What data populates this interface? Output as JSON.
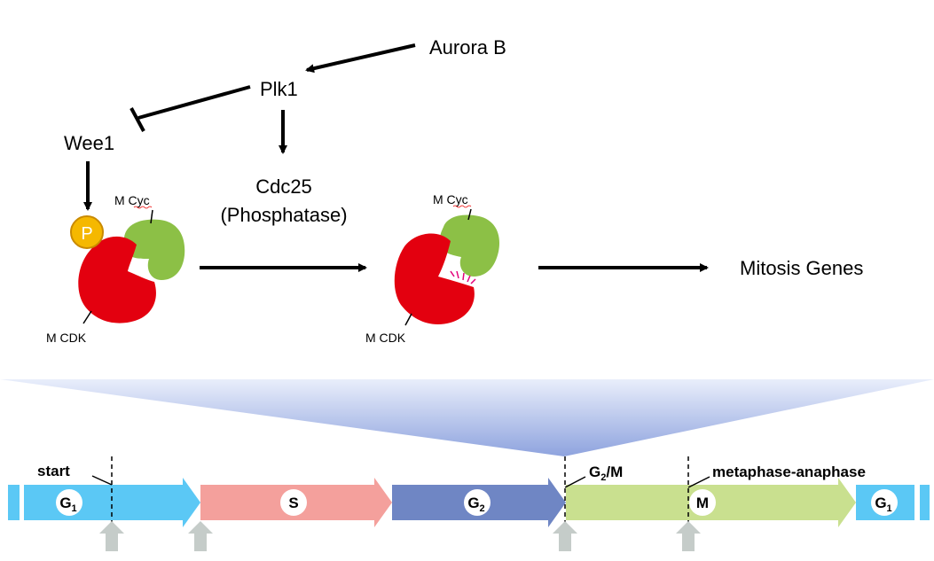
{
  "pathway": {
    "aurora_b": "Aurora B",
    "plk1": "Plk1",
    "wee1": "Wee1",
    "cdc25_line1": "Cdc25",
    "cdc25_line2": "(Phosphatase)",
    "mitosis_genes": "Mitosis Genes",
    "phospho_label": "P",
    "inactive_complex": {
      "cyclin_label": "M Cyc",
      "cdk_label": "M CDK"
    },
    "active_complex": {
      "cyclin_label": "M Cyc",
      "cdk_label": "M CDK"
    }
  },
  "cell_cycle": {
    "checkpoints": {
      "start": "start",
      "g2m_main": "G",
      "g2m_sub": "2",
      "g2m_suffix": "/M",
      "metaphase_anaphase": "metaphase-anaphase"
    },
    "phases": [
      {
        "label": "G",
        "sub": "1",
        "color": "#5bc8f5"
      },
      {
        "label": "S",
        "sub": "",
        "color": "#f4a09c"
      },
      {
        "label": "G",
        "sub": "2",
        "color": "#6f86c4"
      },
      {
        "label": "M",
        "sub": "",
        "color": "#c9e08f"
      },
      {
        "label": "G",
        "sub": "1",
        "color": "#5bc8f5"
      }
    ]
  },
  "colors": {
    "cdk": "#e3000f",
    "cyclin": "#8cc046",
    "phosphate": "#f5b800",
    "phosphate_border": "#c98a00",
    "checkpoint_arrow": "#c5ccc9",
    "zoom_wedge": "#8ea3de"
  }
}
